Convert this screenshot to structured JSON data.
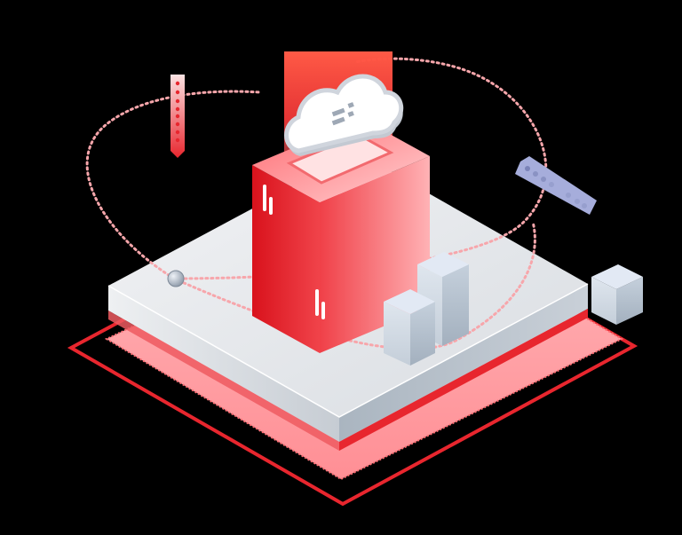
{
  "illustration": {
    "description": "Isometric cloud server platform illustration",
    "background": "#000000",
    "colors": {
      "brand_red": "#e8262e",
      "red_light": "#ff9ea3",
      "platform_top": "#e4e7eb",
      "platform_side": "#b8c2cc",
      "block_top": "#e2e9f4",
      "block_side": "#a9b6c4",
      "cloud_fill": "#ffffff",
      "cloud_edge": "#c8cdd6",
      "bar_purple": "#9fa7d6"
    },
    "elements": [
      {
        "name": "cloud-icon",
        "label": "Cloud"
      },
      {
        "name": "server-cube",
        "label": "Server"
      },
      {
        "name": "tall-block",
        "label": "Block"
      },
      {
        "name": "short-block",
        "label": "Block"
      },
      {
        "name": "floating-cube",
        "label": "Cube"
      },
      {
        "name": "vertical-indicator",
        "label": "Indicator"
      },
      {
        "name": "diagonal-indicator",
        "label": "Indicator"
      },
      {
        "name": "orbit-ball",
        "label": "Orbit node"
      }
    ]
  }
}
